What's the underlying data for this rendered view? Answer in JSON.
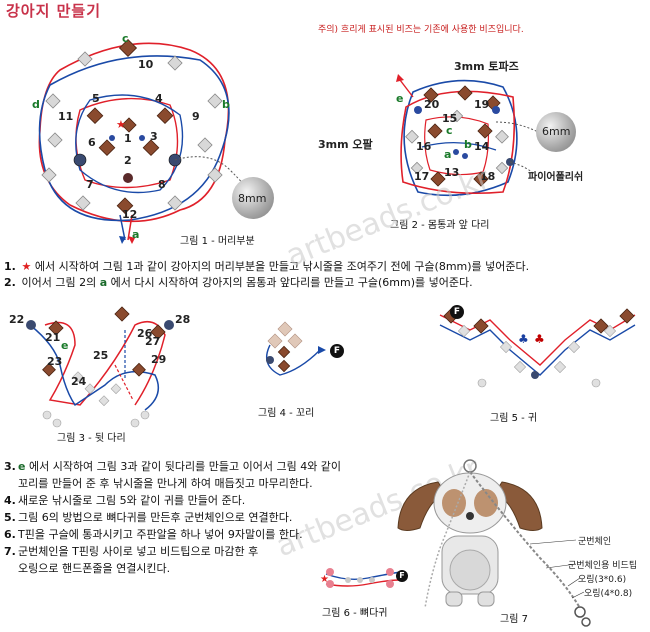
{
  "title": "강아지 만들기",
  "note": "주의) 흐리게 표시된 비즈는 기존에 사용한 비즈입니다.",
  "fig1": {
    "caption": "그림 1 - 머리부분",
    "labels": [
      "c",
      "d",
      "b",
      "10",
      "5",
      "4",
      "11",
      "9",
      "6",
      "1",
      "3",
      "2",
      "7",
      "8",
      "12",
      "a"
    ],
    "ball": "8mm"
  },
  "fig2": {
    "caption": "그림 2 - 몸통과 앞 다리",
    "topaz": "3mm 토파즈",
    "opal": "3mm 오팔",
    "pearl": "파이어폴리쉬",
    "ball": "6mm",
    "labels": [
      "e",
      "20",
      "19",
      "15",
      "c",
      "16",
      "a",
      "b",
      "14",
      "17",
      "13",
      "18"
    ]
  },
  "instructions_top": [
    {
      "num": "1.",
      "pre": "",
      "mark": "★",
      "text": " 에서 시작하여 그림 1과 같이 강아지의 머리부분을 만들고 낚시줄을 조여주기 전에 구슬(8mm)를 넣어준다."
    },
    {
      "num": "2.",
      "pre": "이어서 그림 2의 ",
      "mark": "a",
      "text": " 에서 다시 시작하여 강아지의 몸통과 앞다리를 만들고 구슬(6mm)를 넣어준다."
    }
  ],
  "fig3": {
    "caption": "그림 3 - 뒷 다리",
    "labels": [
      "22",
      "21",
      "e",
      "23",
      "25",
      "26",
      "27",
      "28",
      "29",
      "24"
    ]
  },
  "fig4": {
    "caption": "그림 4 - 꼬리",
    "end": "F"
  },
  "fig5": {
    "caption": "그림 5 - 귀",
    "start": "F"
  },
  "instructions_bottom": [
    {
      "num": "3.",
      "mark": "e",
      "text": " 에서 시작하여 그림 3과 같이 뒷다리를 만들고 이어서 그림 4와 같이"
    },
    {
      "num": "",
      "mark": "",
      "text": "꼬리를 만들어 준 후 낚시줄을 만나게 하여 매듭짓고 마무리한다."
    },
    {
      "num": "4.",
      "mark": "",
      "text": "새로운 낚시줄로 그림 5와 같이 귀를 만들어 준다."
    },
    {
      "num": "5.",
      "mark": "",
      "text": "그림 6의 방법으로 뼈다귀를 만든후 군번체인으로 연결한다."
    },
    {
      "num": "6.",
      "mark": "",
      "text": "T핀을 구슬에 통과시키고 주판알을 하나 넣어 9자말이를 한다."
    },
    {
      "num": "7.",
      "mark": "",
      "text": "군번체인을 T핀링 사이로 넣고 비드팁으로 마감한 후"
    },
    {
      "num": "",
      "mark": "",
      "text": "오링으로 핸드폰줄을 연결시킨다."
    }
  ],
  "fig6": {
    "caption": "그림 6 - 뼈다귀",
    "end": "F"
  },
  "fig7": {
    "caption": "그림 7",
    "labels": [
      "군번체인",
      "군번체인용 비드팁",
      "오링(3*0.6)",
      "오링(4*0.8)"
    ]
  },
  "watermark": "artbeads.co.kr",
  "colors": {
    "title": "#c8324a",
    "red_line": "#e0202a",
    "blue_line": "#1a4aa8",
    "green_label": "#1a7a2a",
    "bead_brown": "#8a4a2e",
    "bead_grey": "#9a9a9a"
  }
}
